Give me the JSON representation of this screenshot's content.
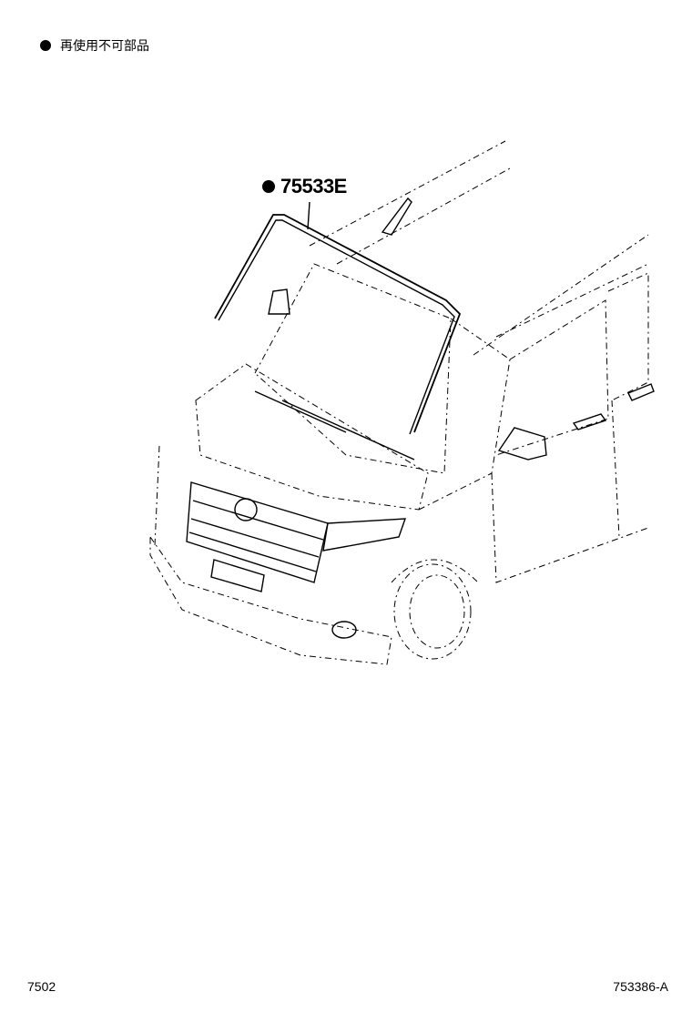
{
  "legend": {
    "marker": "black-dot",
    "text": "再使用不可部品"
  },
  "callout": {
    "marker": "black-dot",
    "part_number": "75533E"
  },
  "footer": {
    "left_code": "7502",
    "right_code": "753386-A"
  }
}
